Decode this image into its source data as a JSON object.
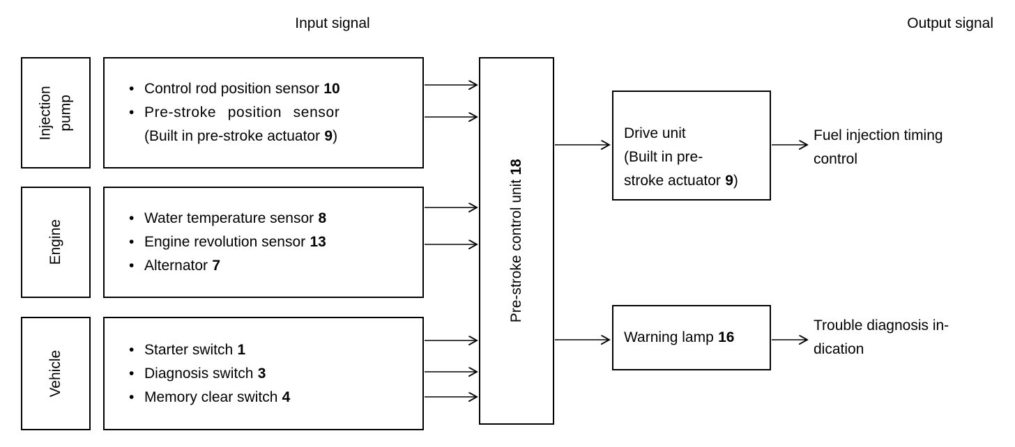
{
  "headers": {
    "input": "Input signal",
    "output": "Output signal"
  },
  "input_groups": [
    {
      "category": "Injection\npump",
      "items": [
        {
          "text": "Control rod position sensor",
          "number": "10",
          "suffix": ""
        },
        {
          "text": "Pre-stroke position sensor",
          "number": "",
          "suffix": ""
        },
        {
          "text": "(Built in pre-stroke actuator",
          "number": "9",
          "suffix": ")"
        }
      ]
    },
    {
      "category": "Engine",
      "items": [
        {
          "text": "Water temperature sensor",
          "number": "8",
          "suffix": ""
        },
        {
          "text": "Engine revolution sensor",
          "number": "13",
          "suffix": ""
        },
        {
          "text": "Alternator",
          "number": "7",
          "suffix": ""
        }
      ]
    },
    {
      "category": "Vehicle",
      "items": [
        {
          "text": "Starter switch",
          "number": "1",
          "suffix": ""
        },
        {
          "text": "Diagnosis switch",
          "number": "3",
          "suffix": ""
        },
        {
          "text": "Memory clear switch",
          "number": "4",
          "suffix": ""
        }
      ]
    }
  ],
  "control_unit": {
    "label": "Pre-stroke control unit",
    "number": "18"
  },
  "output_units": [
    {
      "text": "Drive unit\n(Built in pre-\nstroke actuator",
      "number": "9",
      "suffix": ")",
      "result": "Fuel injection timing\ncontrol"
    },
    {
      "text": "Warning lamp",
      "number": "16",
      "suffix": "",
      "result": "Trouble diagnosis in-\ndication"
    }
  ]
}
